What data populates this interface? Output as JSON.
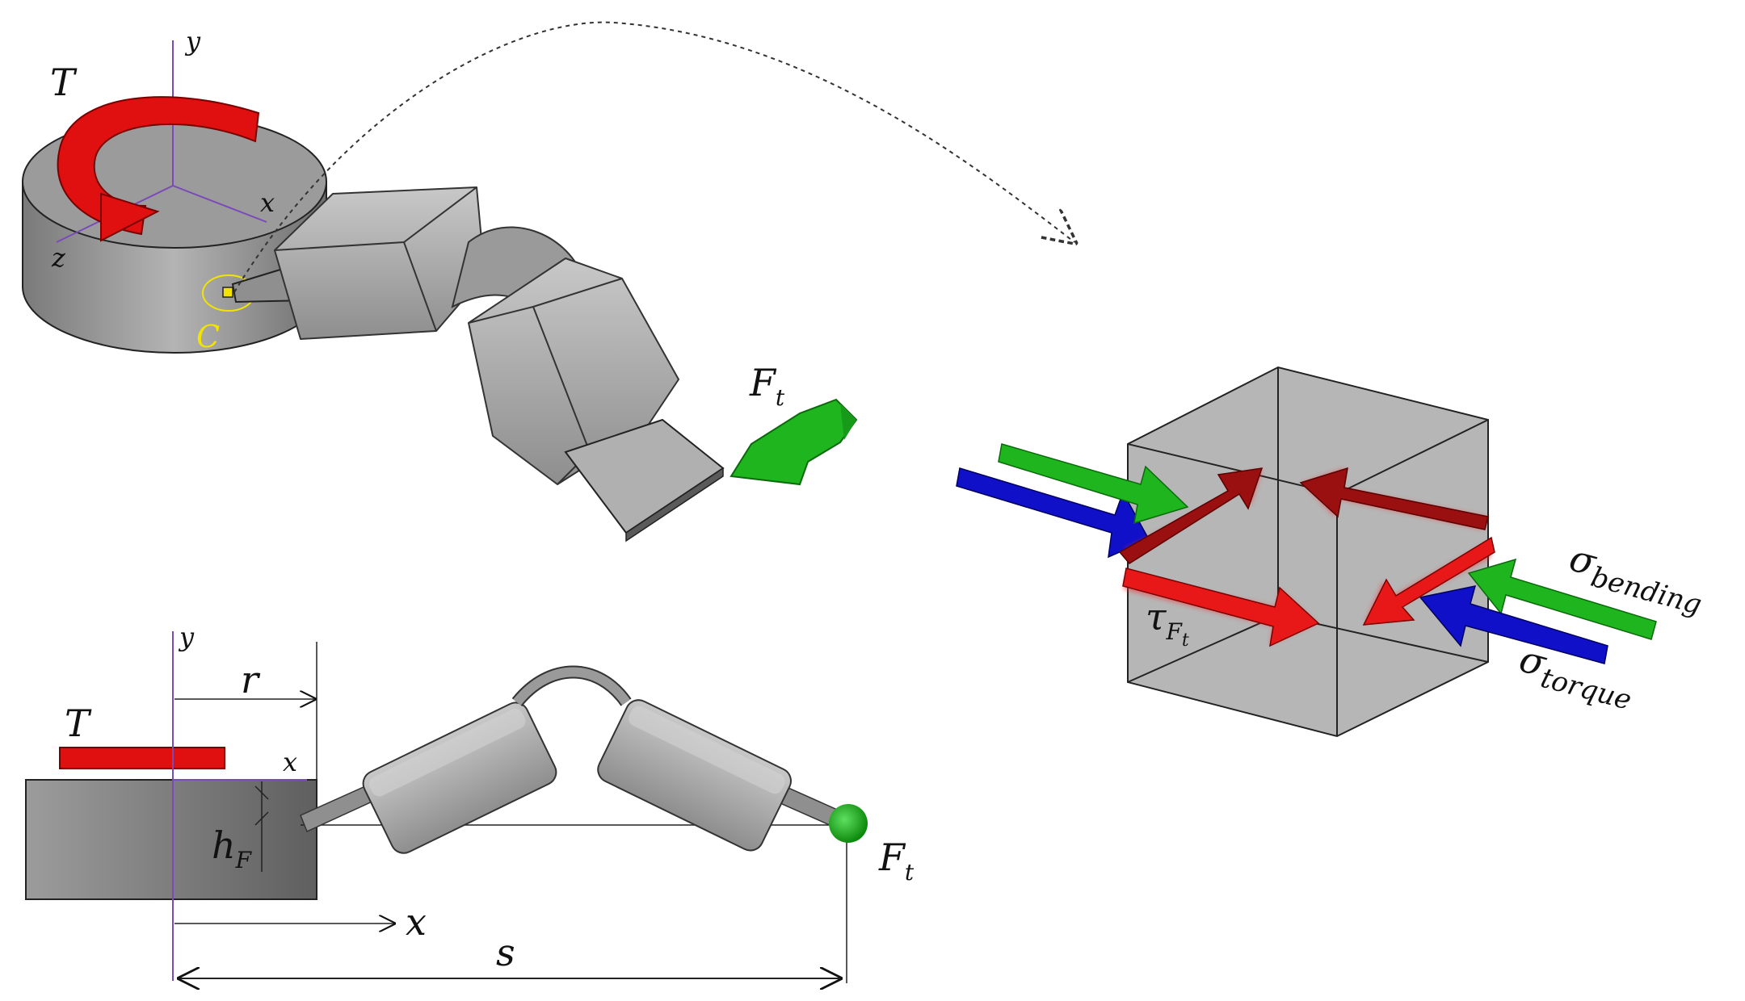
{
  "labels": {
    "torque_top": "T",
    "axis_y_top": "y",
    "axis_x_top": "x",
    "axis_z_top": "z",
    "point_c": "C",
    "force_top": "F",
    "force_top_sub": "t",
    "torque_side": "T",
    "axis_y_side": "y",
    "axis_x_side": "x",
    "radius": "r",
    "height": "h",
    "height_sub": "F",
    "force_side": "F",
    "force_side_sub": "t",
    "distance_x": "x",
    "distance_s": "s",
    "tau": "τ",
    "tau_sub1": "F",
    "tau_sub2": "t",
    "sigma_bending": "σ",
    "sigma_bending_sub": "bending",
    "sigma_torque": "σ",
    "sigma_torque_sub": "torque"
  },
  "colors": {
    "torque": "#e01010",
    "force": "#1fb51f",
    "stress_blue": "#1010c8",
    "shear_red": "#e81818",
    "shear_dark": "#9a1010",
    "point_c": "#f2e400",
    "body_gray": "#a9a9a9"
  }
}
